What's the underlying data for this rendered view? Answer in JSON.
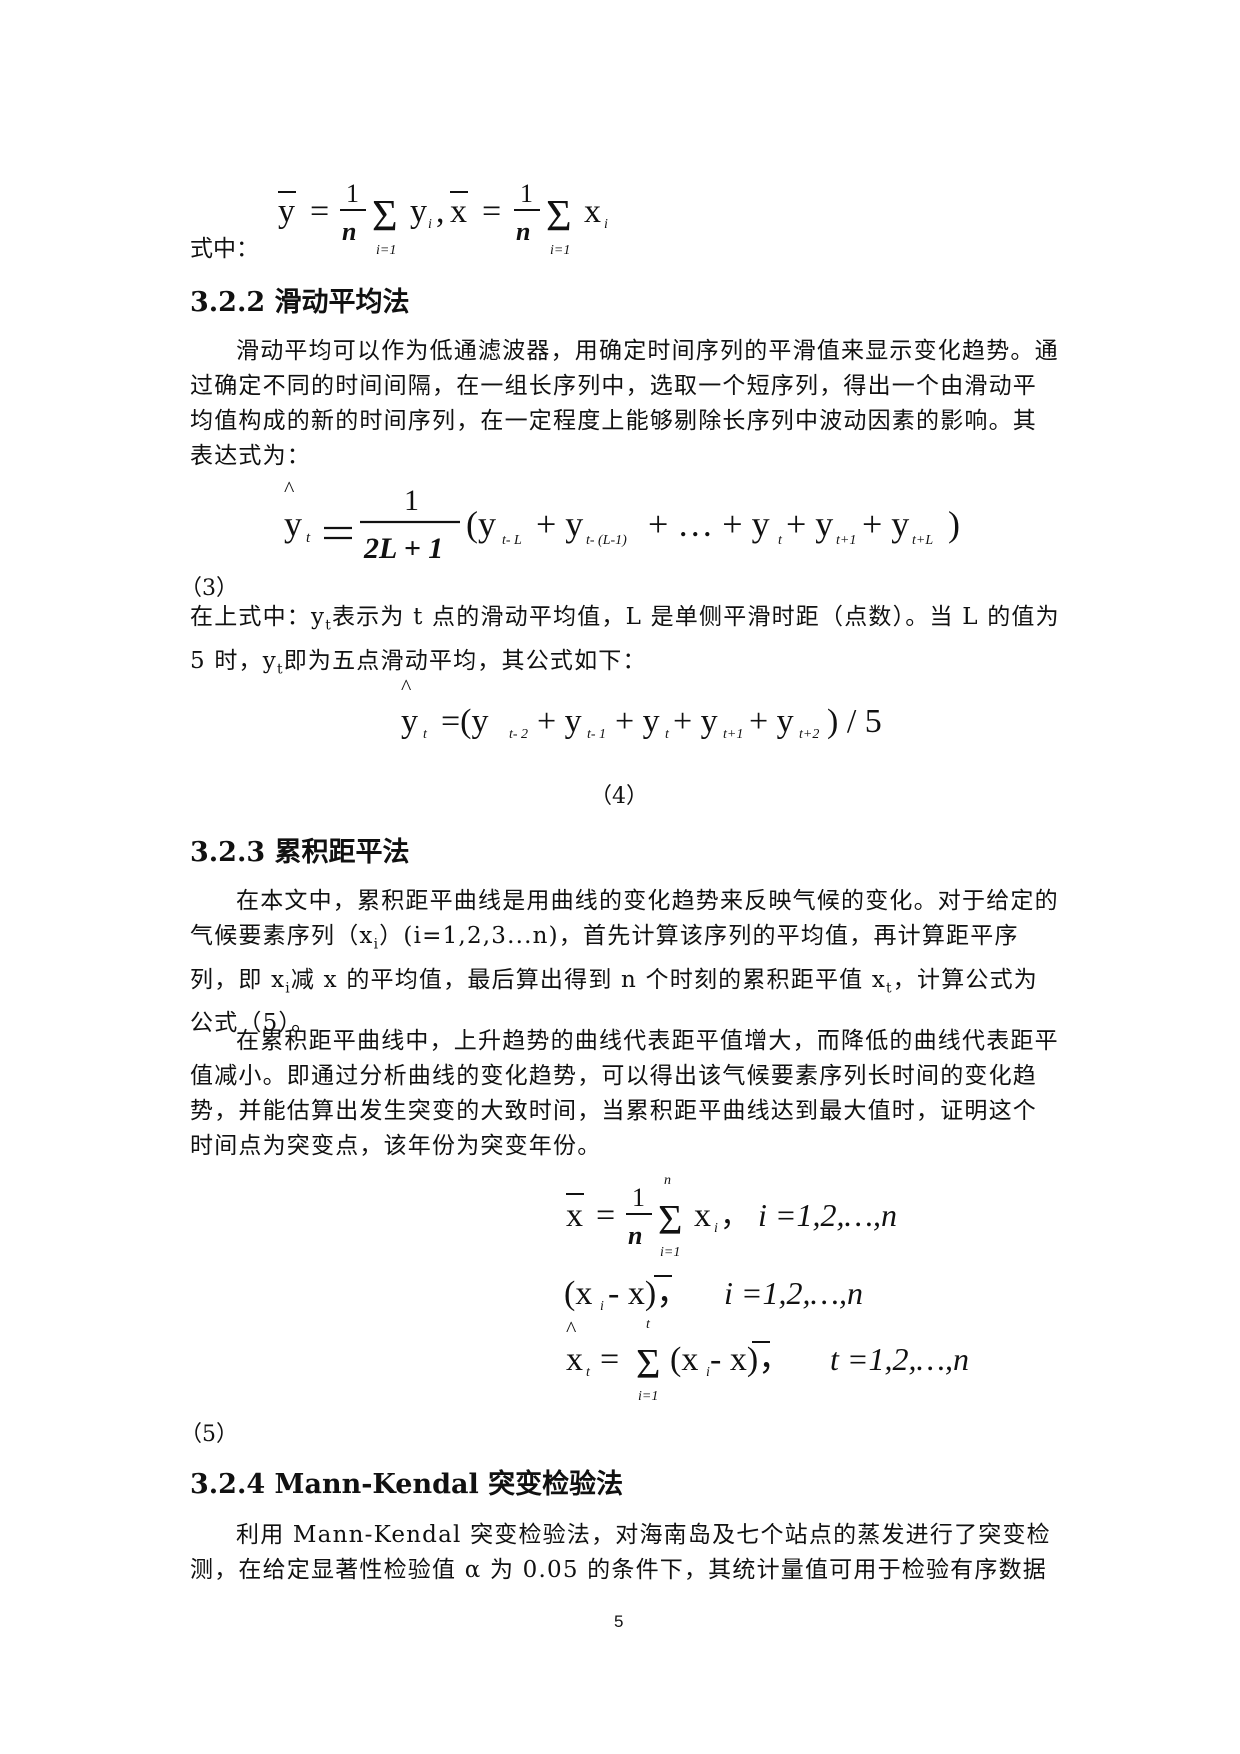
{
  "eq_top": {
    "label": "式中：",
    "ybar": "y",
    "one": "1",
    "n": "n",
    "sum": "Σ",
    "i1": "i=1",
    "yi": "y",
    "comma": ",",
    "xbar": "x",
    "xi": "x",
    "sub_i": "i",
    "eq": "="
  },
  "sec322": {
    "heading": "3.2.2 滑动平均法",
    "para": "滑动平均可以作为低通滤波器，用确定时间序列的平滑值来显示变化趋势。通过确定不同的时间间隔，在一组长序列中，选取一个短序列，得出一个由滑动平均值构成的新的时间序列，在一定程度上能够剔除长序列中波动因素的影响。其表达式为：",
    "eq3": {
      "lhs": "y",
      "lhs_sub": "t",
      "hat": "^",
      "one": "1",
      "den": "2L + 1",
      "rhs": "(y",
      "t1": "t- L",
      "plus1": " + y",
      "t2": "t- (L-1)",
      "plus2": " + … + y",
      "t3": "t",
      "plus3": " + y",
      "t4": "t+1",
      "plus4": " + y",
      "t5": "t+L",
      "close": ")"
    },
    "eq3_num": "（3）",
    "para2_a": "在上式中：y",
    "para2_sub1": "t",
    "para2_b": "表示为 t 点的滑动平均值，L 是单侧平滑时距（点数）。当 L 的值为 5 时，y",
    "para2_sub2": "t",
    "para2_c": "即为五点滑动平均，其公式如下：",
    "eq4": {
      "lhs": "y",
      "lhs_sub": "t",
      "hat": "^",
      "rhs": "=(y",
      "s1": "t- 2",
      "p1": " + y",
      "s2": "t- 1",
      "p2": " + y",
      "s3": "t",
      "p3": " + y",
      "s4": "t+1",
      "p4": " + y",
      "s5": "t+2",
      "tail": ") / 5"
    },
    "eq4_num": "（4）"
  },
  "sec323": {
    "heading": "3.2.3 累积距平法",
    "para1_a": "在本文中，累积距平曲线是用曲线的变化趋势来反映气候的变化。对于给定的气候要素序列（x",
    "para1_sub1": "i",
    "para1_b": "）(i=1,2,3...n)，首先计算该序列的平均值，再计算距平序列，即 x",
    "para1_sub2": "i",
    "para1_c": "减 x 的平均值，最后算出得到 n 个时刻的累积距平值 x",
    "para1_sub3": "t",
    "para1_d": "，计算公式为公式（5）。",
    "para2": "在累积距平曲线中，上升趋势的曲线代表距平值增大，而降低的曲线代表距平值减小。即通过分析曲线的变化趋势，可以得出该气候要素序列长时间的变化趋势，并能估算出发生突变的大致时间，当累积距平曲线达到最大值时，证明这个时间点为突变点，该年份为突变年份。",
    "eq5": {
      "l1_lhs": "x",
      "l1_eq": "=",
      "l1_one": "1",
      "l1_n": "n",
      "l1_sum": "Σ",
      "l1_top": "n",
      "l1_bot": "i=1",
      "l1_term": "x",
      "l1_sub": "i",
      "l1_tail": "，",
      "l1_range": "i =1,2,…,n",
      "l2": "(x",
      "l2_sub": "i",
      "l2_mid": " - x)，",
      "l2_range": "i =1,2,…,n",
      "l3_lhs": "x",
      "l3_sub": "t",
      "l3_hat": "^",
      "l3_eq": "=",
      "l3_sum": "Σ",
      "l3_top": "t",
      "l3_bot": "i=1",
      "l3_term": "(x",
      "l3_tsub": "i",
      "l3_mid": " - x)，",
      "l3_range": "t =1,2,…,n"
    },
    "eq5_num": "（5）"
  },
  "sec324": {
    "heading": "3.2.4 Mann-Kendal 突变检验法",
    "para": "利用 Mann-Kendal 突变检验法，对海南岛及七个站点的蒸发进行了突变检测，在给定显著性检验值 α 为 0.05 的条件下，其统计量值可用于检验有序数据"
  },
  "page_number": "5"
}
